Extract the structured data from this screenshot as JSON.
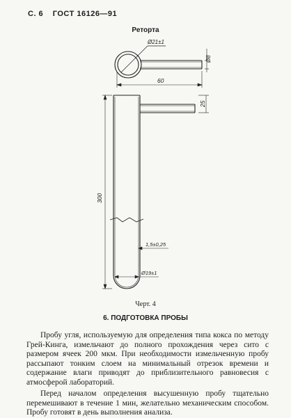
{
  "header": {
    "page": "С. 6",
    "standard": "ГОСТ 16126—91"
  },
  "figure": {
    "title": "Реторта",
    "caption": "Черт. 4",
    "dims": {
      "outer_diameter": "Ø21±1",
      "side_tube_diameter": "Ø8",
      "width": "60",
      "side_height": "25",
      "length": "300",
      "wall": "1,5±0,25",
      "bottom_diameter": "Ø19±1"
    }
  },
  "section": {
    "heading": "6. ПОДГОТОВКА ПРОБЫ",
    "paragraphs": [
      "Пробу угля, используемую для определения типа кокса по методу Грей-Кинга, измельчают до полного прохождения через сито с размером ячеек 200 мкм. При необходимости измельченную пробу рассыпают тонким слоем на минимальный отрезок времени и содержание влаги приводят до приблизительного равновесия с атмосферой лабораторий.",
      "Перед началом определения высушенную пробу тщательно перемешивают в течение 1 мин, желательно механическим способом. Пробу готовят в день выполнения анализа."
    ]
  }
}
